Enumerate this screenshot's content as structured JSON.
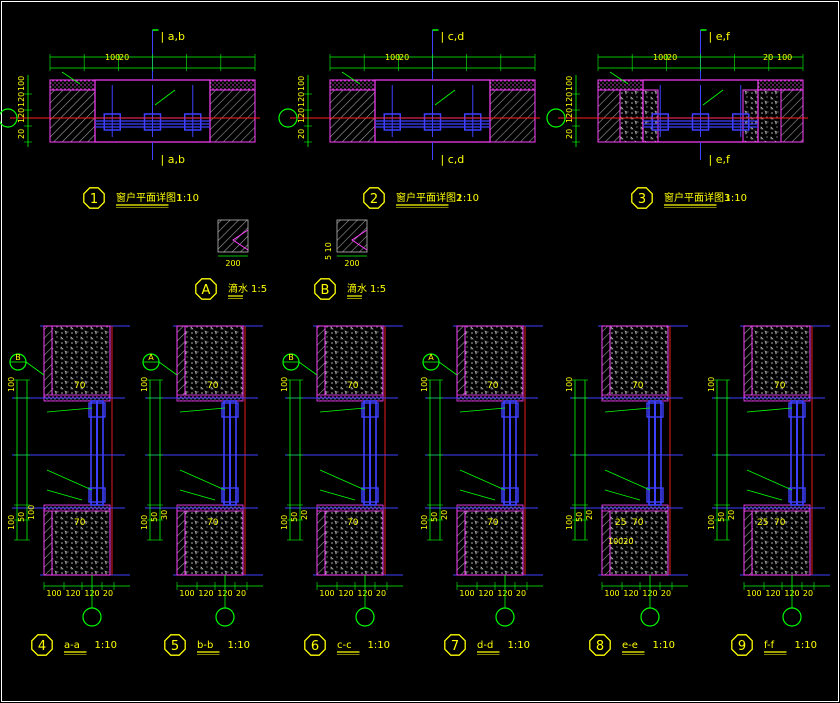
{
  "colors": {
    "background": "#000000",
    "frame": "#ffffff",
    "wall": "#ff3fff",
    "glazing": "#3f3fff",
    "dimension": "#00ff00",
    "axis_red": "#ff2020",
    "label": "#ffff00",
    "hatch": "#9a9a9a"
  },
  "plans": [
    {
      "num": "1",
      "title": "窗户平面详图1",
      "scale": "1:10",
      "section_top": "a,b",
      "section_bottom": "a,b",
      "dims_left": [
        "20",
        "120",
        "120",
        "100"
      ],
      "dims_top": [
        "100",
        "20"
      ]
    },
    {
      "num": "2",
      "title": "窗户平面详图2",
      "scale": "1:10",
      "section_top": "c,d",
      "section_bottom": "c,d",
      "dims_left": [
        "20",
        "120",
        "120",
        "100"
      ],
      "dims_top": [
        "100",
        "20"
      ]
    },
    {
      "num": "3",
      "title": "窗户平面详图3",
      "scale": "1:10",
      "section_top": "e,f",
      "section_bottom": "e,f",
      "dims_left": [
        "20",
        "120",
        "120",
        "100"
      ],
      "dims_top": [
        "100",
        "20",
        "20",
        "100"
      ]
    }
  ],
  "drips": [
    {
      "letter": "A",
      "title": "滴水",
      "scale": "1:5",
      "dim": "200"
    },
    {
      "letter": "B",
      "title": "滴水",
      "scale": "1:5",
      "dim": "200",
      "side_dims": "5 10"
    }
  ],
  "sections": [
    {
      "num": "4",
      "title": "a-a",
      "scale": "1:10",
      "marker": "B",
      "bottom_dims": [
        "100",
        "120",
        "120",
        "20"
      ],
      "left_dims": [
        "100",
        "50",
        "100"
      ],
      "label_70": "70"
    },
    {
      "num": "5",
      "title": "b-b",
      "scale": "1:10",
      "marker": "A",
      "bottom_dims": [
        "100",
        "120",
        "120",
        "20"
      ],
      "left_dims": [
        "100",
        "50",
        "30"
      ],
      "label_70": "70"
    },
    {
      "num": "6",
      "title": "c-c",
      "scale": "1:10",
      "marker": "B",
      "bottom_dims": [
        "100",
        "120",
        "120",
        "20"
      ],
      "left_dims": [
        "100",
        "50",
        "20"
      ],
      "label_70": "70"
    },
    {
      "num": "7",
      "title": "d-d",
      "scale": "1:10",
      "marker": "A",
      "bottom_dims": [
        "100",
        "120",
        "120",
        "20"
      ],
      "left_dims": [
        "100",
        "50",
        "20"
      ],
      "label_70": "70"
    },
    {
      "num": "8",
      "title": "e-e",
      "scale": "1:10",
      "marker": "",
      "bottom_dims": [
        "100",
        "120",
        "120",
        "20"
      ],
      "left_dims": [
        "100",
        "50",
        "20"
      ],
      "label_70": "70",
      "extra": [
        "25",
        "70",
        "10020"
      ]
    },
    {
      "num": "9",
      "title": "f-f",
      "scale": "1:10",
      "marker": "",
      "bottom_dims": [
        "100",
        "120",
        "120",
        "20"
      ],
      "left_dims": [
        "100",
        "50",
        "20"
      ],
      "label_70": "70",
      "extra": [
        "25",
        "70"
      ]
    }
  ]
}
